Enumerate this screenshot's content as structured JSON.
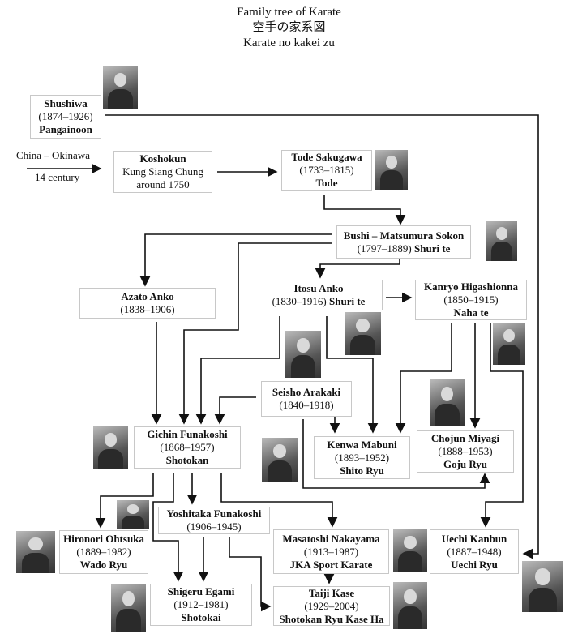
{
  "title": {
    "line1": "Family tree of Karate",
    "line2": "空手の家系図",
    "line3": "Karate no kakei zu"
  },
  "origin": {
    "place": "China – Okinawa",
    "era": "14 century"
  },
  "nodes": {
    "shushiwa": {
      "name": "Shushiwa",
      "dates": "(1874–1926)",
      "style": "Pangainoon"
    },
    "koshokun": {
      "name": "Koshokun",
      "alt": "Kung Siang Chung",
      "dates": "around 1750"
    },
    "tode": {
      "name": "Tode Sakugawa",
      "dates": "(1733–1815)",
      "style": "Tode"
    },
    "bushi": {
      "name": "Bushi – Matsumura Sokon",
      "dates": "(1797–1889)",
      "style": "Shuri te"
    },
    "azato": {
      "name": "Azato Anko",
      "dates": "(1838–1906)"
    },
    "itosu": {
      "name": "Itosu Anko",
      "dates": "(1830–1916)",
      "style": "Shuri te"
    },
    "kanryo": {
      "name": "Kanryo Higashionna",
      "dates": "(1850–1915)",
      "style": "Naha te"
    },
    "seisho": {
      "name": "Seisho Arakaki",
      "dates": "(1840–1918)"
    },
    "gichin": {
      "name": "Gichin Funakoshi",
      "dates": "(1868–1957)",
      "style": "Shotokan"
    },
    "kenwa": {
      "name": "Kenwa Mabuni",
      "dates": "(1893–1952)",
      "style": "Shito Ryu"
    },
    "chojun": {
      "name": "Chojun Miyagi",
      "dates": "(1888–1953)",
      "style": "Goju Ryu"
    },
    "yoshitaka": {
      "name": "Yoshitaka Funakoshi",
      "dates": "(1906–1945)"
    },
    "hironori": {
      "name": "Hironori Ohtsuka",
      "dates": "(1889–1982)",
      "style": "Wado Ryu"
    },
    "masatoshi": {
      "name": "Masatoshi Nakayama",
      "dates": "(1913–1987)",
      "style": "JKA Sport Karate"
    },
    "uechi": {
      "name": "Uechi Kanbun",
      "dates": "(1887–1948)",
      "style": "Uechi Ryu"
    },
    "shigeru": {
      "name": "Shigeru Egami",
      "dates": "(1912–1981)",
      "style": "Shotokai"
    },
    "taiji": {
      "name": "Taiji Kase",
      "dates": "(1929–2004)",
      "style": "Shotokan Ryu Kase Ha"
    }
  },
  "colors": {
    "line": "#111111",
    "border": "#c8c8c8"
  }
}
